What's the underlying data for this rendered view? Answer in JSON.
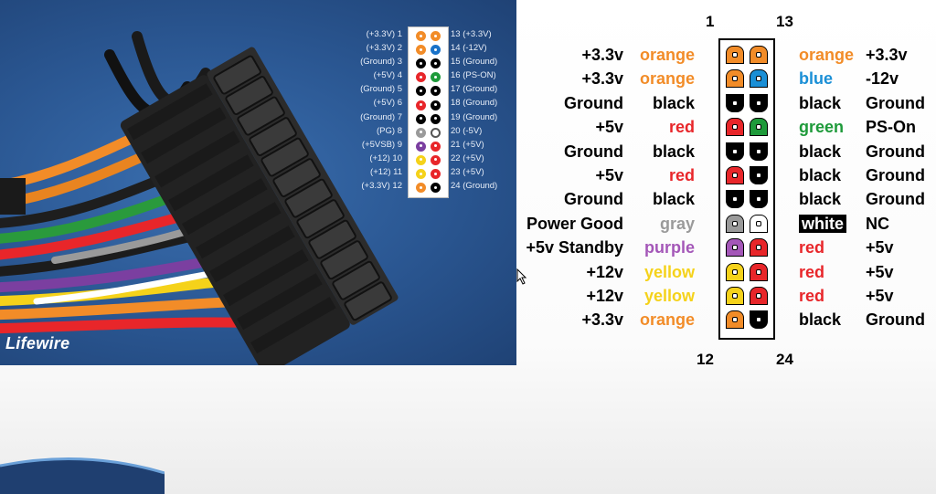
{
  "photo": {
    "brand": "Lifewire",
    "mini_left": [
      "(+3.3V) 1",
      "(+3.3V) 2",
      "(Ground) 3",
      "(+5V) 4",
      "(Ground) 5",
      "(+5V) 6",
      "(Ground) 7",
      "(PG) 8",
      "(+5VSB) 9",
      "(+12) 10",
      "(+12) 11",
      "(+3.3V) 12"
    ],
    "mini_right": [
      "13 (+3.3V)",
      "14 (-12V)",
      "15 (Ground)",
      "16 (PS-ON)",
      "17 (Ground)",
      "18 (Ground)",
      "19 (Ground)",
      "20 (-5V)",
      "21 (+5V)",
      "22 (+5V)",
      "23 (+5V)",
      "24 (Ground)"
    ],
    "mini_left_colors": [
      "#f28c28",
      "#f28c28",
      "#000000",
      "#e8262a",
      "#000000",
      "#e8262a",
      "#000000",
      "#9a9a9a",
      "#7b3fa0",
      "#f5d21a",
      "#f5d21a",
      "#f28c28"
    ],
    "mini_right_colors": [
      "#f28c28",
      "#1a73c9",
      "#000000",
      "#1e9a3a",
      "#000000",
      "#000000",
      "#000000",
      "#ffffff",
      "#e8262a",
      "#e8262a",
      "#e8262a",
      "#000000"
    ]
  },
  "diagram": {
    "top_left_num": "1",
    "top_right_num": "13",
    "bottom_left_num": "12",
    "bottom_right_num": "24",
    "left_pins": [
      {
        "signal": "+3.3v",
        "color_name": "orange",
        "hex": "#f28c28"
      },
      {
        "signal": "+3.3v",
        "color_name": "orange",
        "hex": "#f28c28"
      },
      {
        "signal": "Ground",
        "color_name": "black",
        "hex": "#000000"
      },
      {
        "signal": "+5v",
        "color_name": "red",
        "hex": "#e8262a"
      },
      {
        "signal": "Ground",
        "color_name": "black",
        "hex": "#000000"
      },
      {
        "signal": "+5v",
        "color_name": "red",
        "hex": "#e8262a"
      },
      {
        "signal": "Ground",
        "color_name": "black",
        "hex": "#000000"
      },
      {
        "signal": "Power Good",
        "color_name": "gray",
        "hex": "#9a9a9a"
      },
      {
        "signal": "+5v Standby",
        "color_name": "purple",
        "hex": "#a457b8"
      },
      {
        "signal": "+12v",
        "color_name": "yellow",
        "hex": "#f5d21a"
      },
      {
        "signal": "+12v",
        "color_name": "yellow",
        "hex": "#f5d21a"
      },
      {
        "signal": "+3.3v",
        "color_name": "orange",
        "hex": "#f28c28"
      }
    ],
    "right_pins": [
      {
        "signal": "+3.3v",
        "color_name": "orange",
        "hex": "#f28c28"
      },
      {
        "signal": "-12v",
        "color_name": "blue",
        "hex": "#1a8fd6"
      },
      {
        "signal": "Ground",
        "color_name": "black",
        "hex": "#000000"
      },
      {
        "signal": "PS-On",
        "color_name": "green",
        "hex": "#1e9a3a"
      },
      {
        "signal": "Ground",
        "color_name": "black",
        "hex": "#000000"
      },
      {
        "signal": "Ground",
        "color_name": "black",
        "hex": "#000000"
      },
      {
        "signal": "Ground",
        "color_name": "black",
        "hex": "#000000"
      },
      {
        "signal": "NC",
        "color_name": "white",
        "hex": "#ffffff"
      },
      {
        "signal": "+5v",
        "color_name": "red",
        "hex": "#e8262a"
      },
      {
        "signal": "+5v",
        "color_name": "red",
        "hex": "#e8262a"
      },
      {
        "signal": "+5v",
        "color_name": "red",
        "hex": "#e8262a"
      },
      {
        "signal": "Ground",
        "color_name": "black",
        "hex": "#000000"
      }
    ]
  }
}
